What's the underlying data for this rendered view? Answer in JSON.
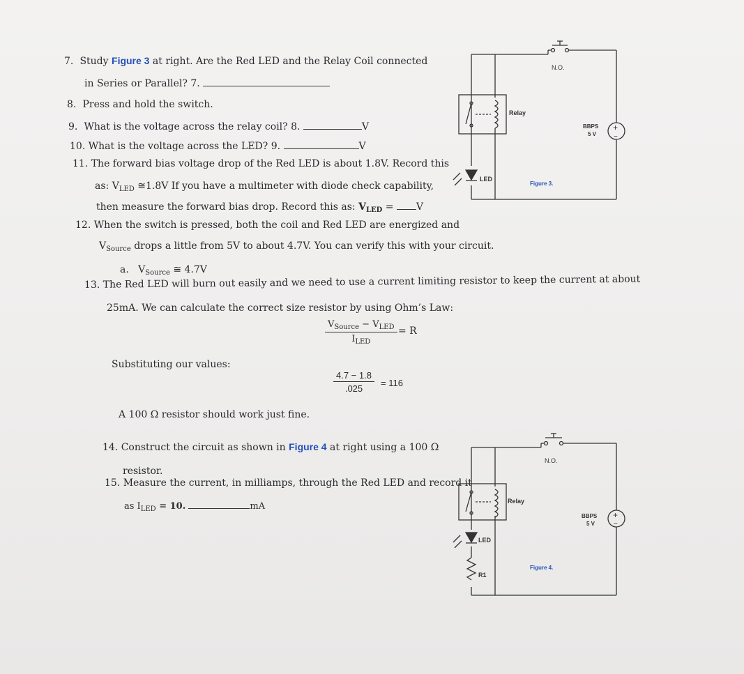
{
  "q7": {
    "num": "7.",
    "pre": "Study ",
    "fig": "Figure 3",
    "post": " at right. Are the Red LED and the Relay Coil connected",
    "cont": "in Series or Parallel? 7."
  },
  "q8": {
    "num": "8.",
    "text": "Press and hold the switch."
  },
  "q9": {
    "num": "9.",
    "text": "What is the voltage across the relay coil? 8.",
    "unit": "V"
  },
  "q10": {
    "num": "10.",
    "text": "What is the voltage across the LED? 9.",
    "unit": "V"
  },
  "q11": {
    "num": "11.",
    "line1": "The forward bias voltage drop of the Red LED is about 1.8V. Record this",
    "line2_pre": "as: V",
    "line2_sub": "LED",
    "line2_post": " ≅1.8V If you have a multimeter with diode check capability,",
    "line3_pre": "then measure the forward bias drop. Record this as: ",
    "line3_v": "V",
    "line3_sub": "LED",
    "line3_eq": " = ",
    "line3_unit": "V"
  },
  "q12": {
    "num": "12.",
    "line1": "When the switch is pressed, both the coil and Red LED are energized and",
    "line2_v": "V",
    "line2_sub": "Source",
    "line2_post": " drops a little from 5V to about 4.7V. You can verify this with your circuit.",
    "a_label": "a.",
    "a_v": "V",
    "a_sub": "Source",
    "a_post": " ≅ 4.7V"
  },
  "q13": {
    "num": "13.",
    "line1": "The Red LED will burn out easily and we need to use a current limiting resistor to keep the current at about",
    "line2": "25mA. We can calculate the correct size resistor by using Ohm’s Law:",
    "eq_num_a": "V",
    "eq_num_a_sub": "Source",
    "eq_minus": " − ",
    "eq_num_b": "V",
    "eq_num_b_sub": "LED",
    "eq_den": "I",
    "eq_den_sub": "LED",
    "eq_res": "= R",
    "subst_label": "Substituting our values:",
    "calc_num": "4.7 − 1.8",
    "calc_den": ".025",
    "calc_res": "= 116",
    "conclusion": "A 100 Ω resistor should work just fine."
  },
  "q14": {
    "num": "14.",
    "pre": "Construct the circuit as shown in ",
    "fig": "Figure 4",
    "post": " at right using a 100 Ω",
    "cont": "resistor."
  },
  "q15": {
    "num": "15.",
    "line1": "Measure the current, in milliamps, through the Red LED and record it",
    "pre": "as I",
    "sub": "LED",
    "post": " = 10.",
    "unit": "mA"
  },
  "figure3": {
    "caption": "Figure 3.",
    "relay_label": "Relay",
    "switch_label": "N.O.",
    "led_label": "LED",
    "supply_label1": "BBPS",
    "supply_label2": "5 V",
    "plus": "+",
    "minus": "−"
  },
  "figure4": {
    "caption": "Figure 4.",
    "relay_label": "Relay",
    "switch_label": "N.O.",
    "led_label": "LED",
    "resistor_label": "R1",
    "supply_label1": "BBPS",
    "supply_label2": "5 V",
    "plus": "+",
    "minus": "−"
  }
}
